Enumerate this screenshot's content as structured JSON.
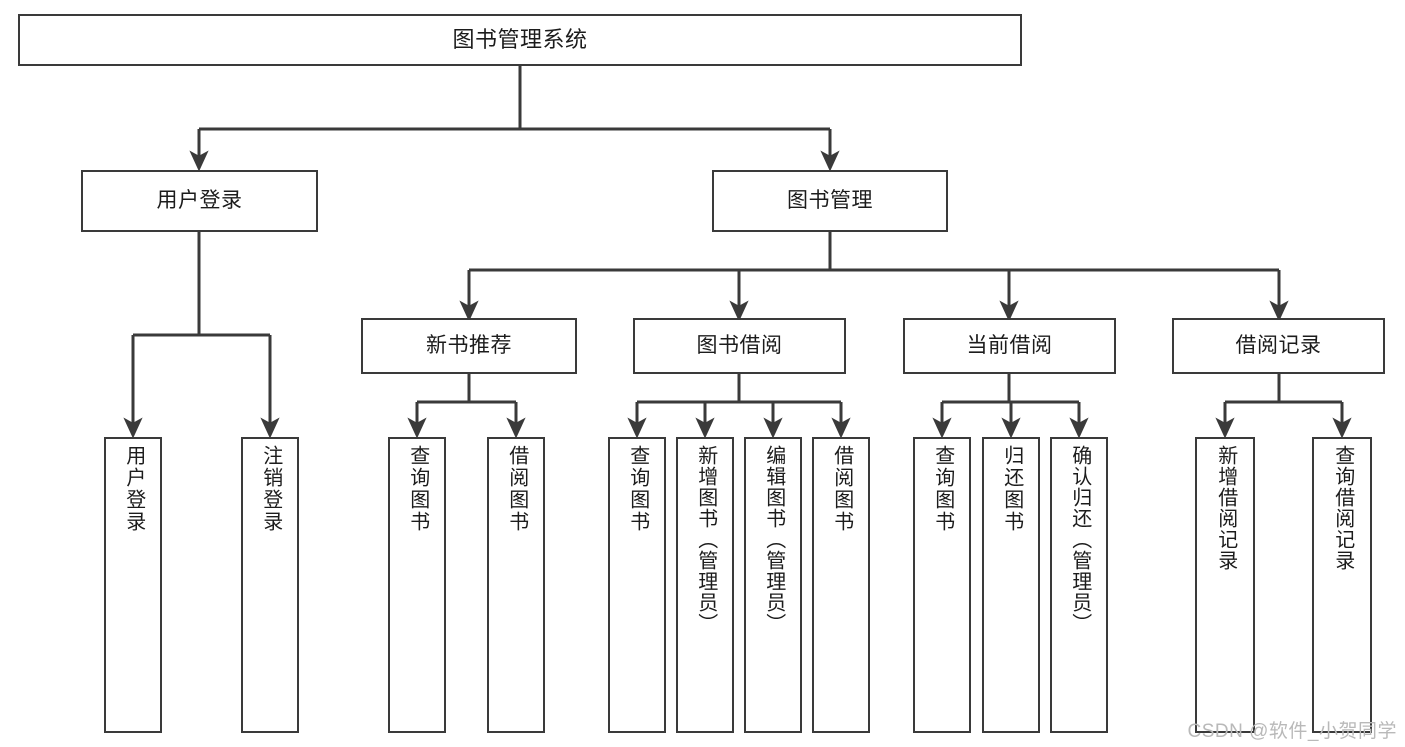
{
  "diagram": {
    "type": "tree",
    "title": "图书管理系统",
    "orientation": "top-down",
    "colors": {
      "node_border": "#3a3a3a",
      "node_fill": "#ffffff",
      "edge": "#3a3a3a",
      "text": "#1c1c1c",
      "watermark": "#b9b9b9",
      "background": "#ffffff"
    },
    "nodes": {
      "root": {
        "label": "图书管理系统",
        "level": 1,
        "orientation": "horizontal"
      },
      "user_login": {
        "label": "用户登录",
        "level": 2,
        "orientation": "horizontal"
      },
      "book_mgmt": {
        "label": "图书管理",
        "level": 2,
        "orientation": "horizontal"
      },
      "new_book_rec": {
        "label": "新书推荐",
        "level": 3,
        "orientation": "horizontal"
      },
      "book_borrow": {
        "label": "图书借阅",
        "level": 3,
        "orientation": "horizontal"
      },
      "current_borrow": {
        "label": "当前借阅",
        "level": 3,
        "orientation": "horizontal"
      },
      "borrow_record": {
        "label": "借阅记录",
        "level": 3,
        "orientation": "horizontal"
      },
      "leaf_user_login": {
        "label": "用户登录",
        "level": 3,
        "orientation": "vertical"
      },
      "leaf_logout": {
        "label": "注销登录",
        "level": 3,
        "orientation": "vertical"
      },
      "leaf_query_book_1": {
        "label": "查询图书",
        "level": 4,
        "orientation": "vertical"
      },
      "leaf_borrow_book_1": {
        "label": "借阅图书",
        "level": 4,
        "orientation": "vertical"
      },
      "leaf_query_book_2": {
        "label": "查询图书",
        "level": 4,
        "orientation": "vertical"
      },
      "leaf_add_book": {
        "label": "新增图书（管理员）",
        "level": 4,
        "orientation": "vertical"
      },
      "leaf_edit_book": {
        "label": "编辑图书（管理员）",
        "level": 4,
        "orientation": "vertical"
      },
      "leaf_borrow_book_2": {
        "label": "借阅图书",
        "level": 4,
        "orientation": "vertical"
      },
      "leaf_query_book_3": {
        "label": "查询图书",
        "level": 4,
        "orientation": "vertical"
      },
      "leaf_return_book": {
        "label": "归还图书",
        "level": 4,
        "orientation": "vertical"
      },
      "leaf_confirm_return": {
        "label": "确认归还（管理员）",
        "level": 4,
        "orientation": "vertical"
      },
      "leaf_add_record": {
        "label": "新增借阅记录",
        "level": 4,
        "orientation": "vertical"
      },
      "leaf_query_record": {
        "label": "查询借阅记录",
        "level": 4,
        "orientation": "vertical"
      }
    },
    "edges": [
      {
        "from": "root",
        "to": "user_login"
      },
      {
        "from": "root",
        "to": "book_mgmt"
      },
      {
        "from": "user_login",
        "to": "leaf_user_login"
      },
      {
        "from": "user_login",
        "to": "leaf_logout"
      },
      {
        "from": "book_mgmt",
        "to": "new_book_rec"
      },
      {
        "from": "book_mgmt",
        "to": "book_borrow"
      },
      {
        "from": "book_mgmt",
        "to": "current_borrow"
      },
      {
        "from": "book_mgmt",
        "to": "borrow_record"
      },
      {
        "from": "new_book_rec",
        "to": "leaf_query_book_1"
      },
      {
        "from": "new_book_rec",
        "to": "leaf_borrow_book_1"
      },
      {
        "from": "book_borrow",
        "to": "leaf_query_book_2"
      },
      {
        "from": "book_borrow",
        "to": "leaf_add_book"
      },
      {
        "from": "book_borrow",
        "to": "leaf_edit_book"
      },
      {
        "from": "book_borrow",
        "to": "leaf_borrow_book_2"
      },
      {
        "from": "current_borrow",
        "to": "leaf_query_book_3"
      },
      {
        "from": "current_borrow",
        "to": "leaf_return_book"
      },
      {
        "from": "current_borrow",
        "to": "leaf_confirm_return"
      },
      {
        "from": "borrow_record",
        "to": "leaf_add_record"
      },
      {
        "from": "borrow_record",
        "to": "leaf_query_record"
      }
    ]
  },
  "watermark": {
    "text": "CSDN @软件_小贺同学"
  }
}
